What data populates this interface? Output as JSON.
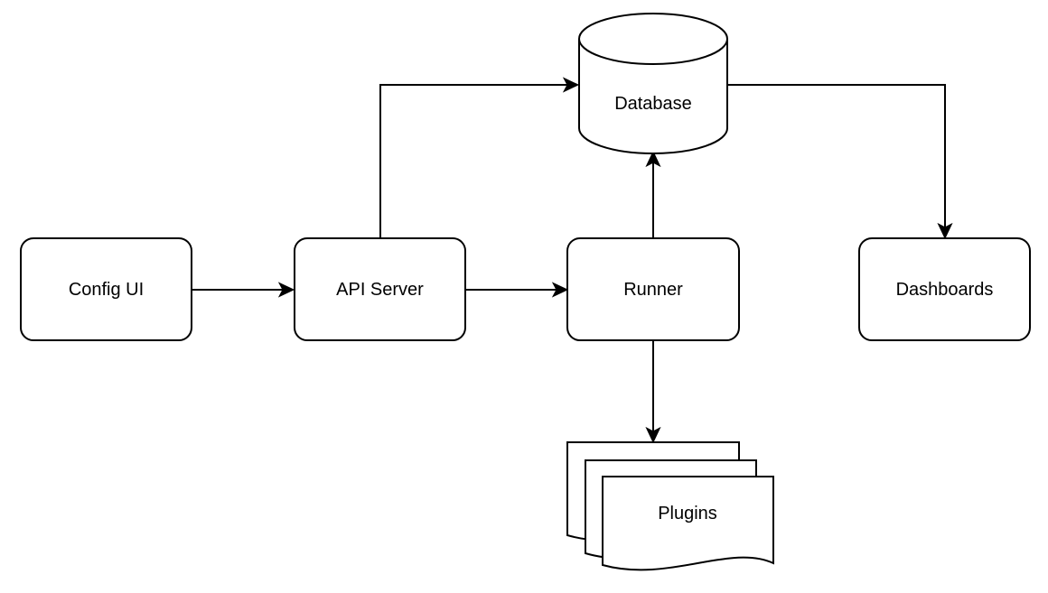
{
  "diagram": {
    "nodes": {
      "config_ui": {
        "label": "Config UI",
        "shape": "rounded-rectangle"
      },
      "api_server": {
        "label": "API Server",
        "shape": "rounded-rectangle"
      },
      "runner": {
        "label": "Runner",
        "shape": "rounded-rectangle"
      },
      "dashboards": {
        "label": "Dashboards",
        "shape": "rounded-rectangle"
      },
      "database": {
        "label": "Database",
        "shape": "cylinder"
      },
      "plugins": {
        "label": "Plugins",
        "shape": "stacked-documents"
      }
    },
    "edges": [
      {
        "from": "Config UI",
        "to": "API Server"
      },
      {
        "from": "API Server",
        "to": "Runner"
      },
      {
        "from": "API Server",
        "to": "Database"
      },
      {
        "from": "Runner",
        "to": "Database"
      },
      {
        "from": "Database",
        "to": "Dashboards"
      },
      {
        "from": "Runner",
        "to": "Plugins"
      }
    ],
    "colors": {
      "stroke": "#000000",
      "fill": "#ffffff",
      "text": "#000000"
    }
  }
}
